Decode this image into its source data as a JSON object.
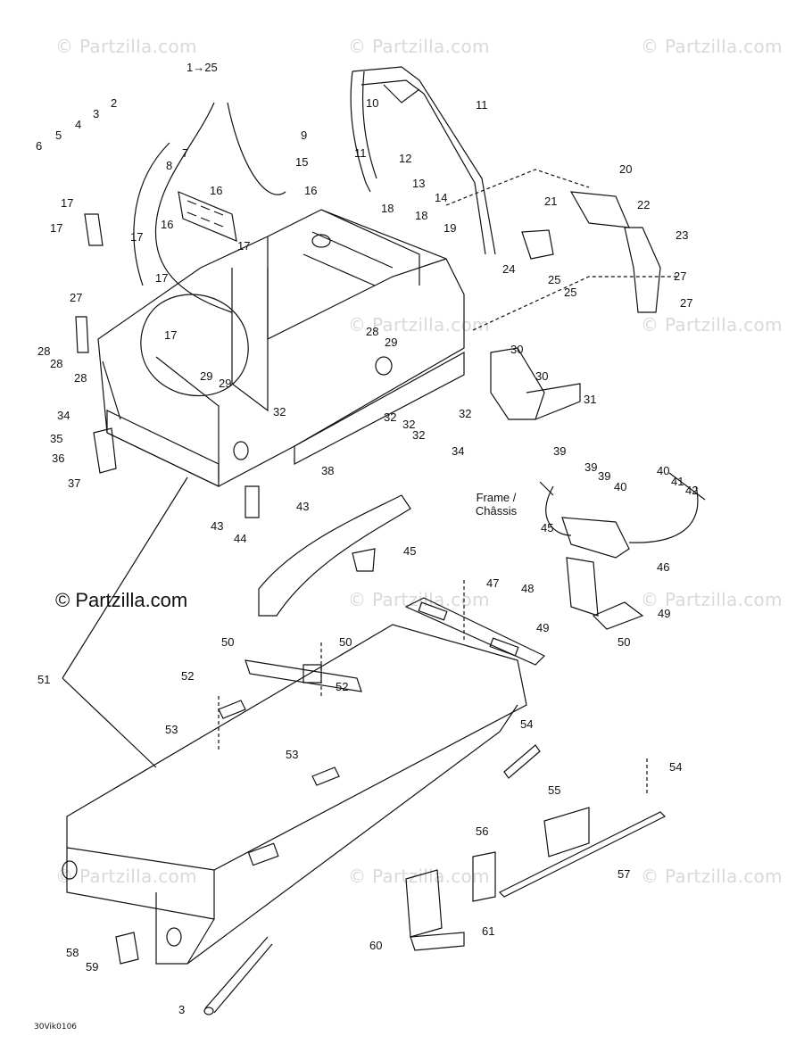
{
  "watermark": "© Partzilla.com",
  "copyright": "© Partzilla.com",
  "drawing_code": "30Vik0106",
  "frame_label": {
    "line1": "Frame /",
    "line2": "Châssis"
  },
  "callouts": [
    "1→25",
    "2",
    "3",
    "4",
    "5",
    "6",
    "7",
    "8",
    "9",
    "10",
    "11",
    "11",
    "12",
    "13",
    "14",
    "15",
    "16",
    "16",
    "16",
    "17",
    "17",
    "17",
    "17",
    "17",
    "17",
    "18",
    "18",
    "19",
    "20",
    "21",
    "22",
    "23",
    "24",
    "25",
    "25",
    "27",
    "27",
    "27",
    "28",
    "28",
    "28",
    "28",
    "29",
    "29",
    "29",
    "30",
    "30",
    "31",
    "32",
    "32",
    "32",
    "32",
    "32",
    "34",
    "34",
    "35",
    "36",
    "37",
    "38",
    "39",
    "39",
    "39",
    "40",
    "40",
    "41",
    "42",
    "43",
    "43",
    "44",
    "45",
    "45",
    "46",
    "47",
    "48",
    "49",
    "49",
    "50",
    "50",
    "50",
    "51",
    "52",
    "52",
    "53",
    "53",
    "54",
    "54",
    "55",
    "56",
    "57",
    "58",
    "59",
    "60",
    "61"
  ]
}
